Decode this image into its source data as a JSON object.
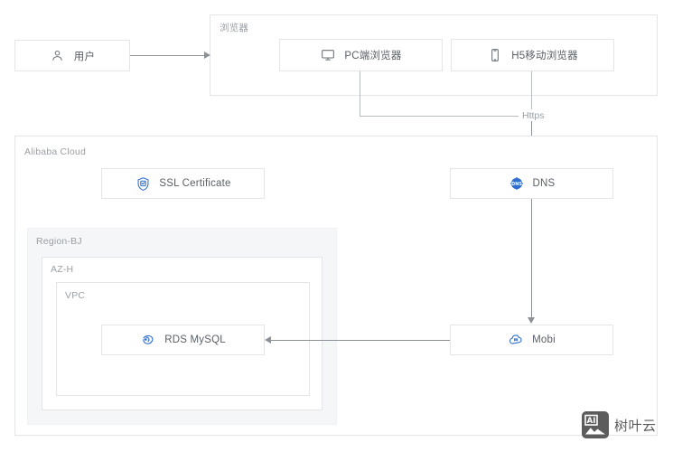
{
  "diagram": {
    "title": "Alibaba Cloud architecture diagram",
    "colors": {
      "accent_blue": "#2f6fd0",
      "border_gray": "#e3e5e8",
      "line_gray": "#8c9196",
      "label_gray": "#9aa0a6",
      "text_gray": "#5a5f66",
      "region_fill": "#f5f6f7",
      "watermark_gray": "#5c5c5c"
    },
    "groups": [
      {
        "id": "browser",
        "label": "浏览器"
      },
      {
        "id": "alibaba-cloud",
        "label": "Alibaba Cloud"
      },
      {
        "id": "region",
        "label": "Region-BJ"
      },
      {
        "id": "az",
        "label": "AZ-H"
      },
      {
        "id": "vpc",
        "label": "VPC"
      }
    ],
    "nodes": [
      {
        "id": "user",
        "label": "用户",
        "icon": "user-icon"
      },
      {
        "id": "pc-browser",
        "label": "PC端浏览器",
        "icon": "monitor-icon"
      },
      {
        "id": "h5-browser",
        "label": "H5移动浏览器",
        "icon": "mobile-phone-icon"
      },
      {
        "id": "ssl-certificate",
        "label": "SSL Certificate",
        "icon": "shield-certificate-icon"
      },
      {
        "id": "dns",
        "label": "DNS",
        "icon": "dns-globe-icon"
      },
      {
        "id": "mobi",
        "label": "Mobi",
        "icon": "cloud-icon"
      },
      {
        "id": "rds-mysql",
        "label": "RDS MySQL",
        "icon": "rds-dolphin-icon"
      }
    ],
    "edges": [
      {
        "id": "user-to-browser",
        "from": "user",
        "to": "browser",
        "label": ""
      },
      {
        "id": "browsers-to-dns",
        "from": "pc-browser,h5-browser",
        "to": "dns",
        "label": "Https"
      },
      {
        "id": "dns-to-mobi",
        "from": "dns",
        "to": "mobi",
        "label": ""
      },
      {
        "id": "mobi-to-rds",
        "from": "mobi",
        "to": "rds-mysql",
        "label": ""
      }
    ]
  },
  "watermark": {
    "badge_text": "AI",
    "text": "树叶云"
  }
}
